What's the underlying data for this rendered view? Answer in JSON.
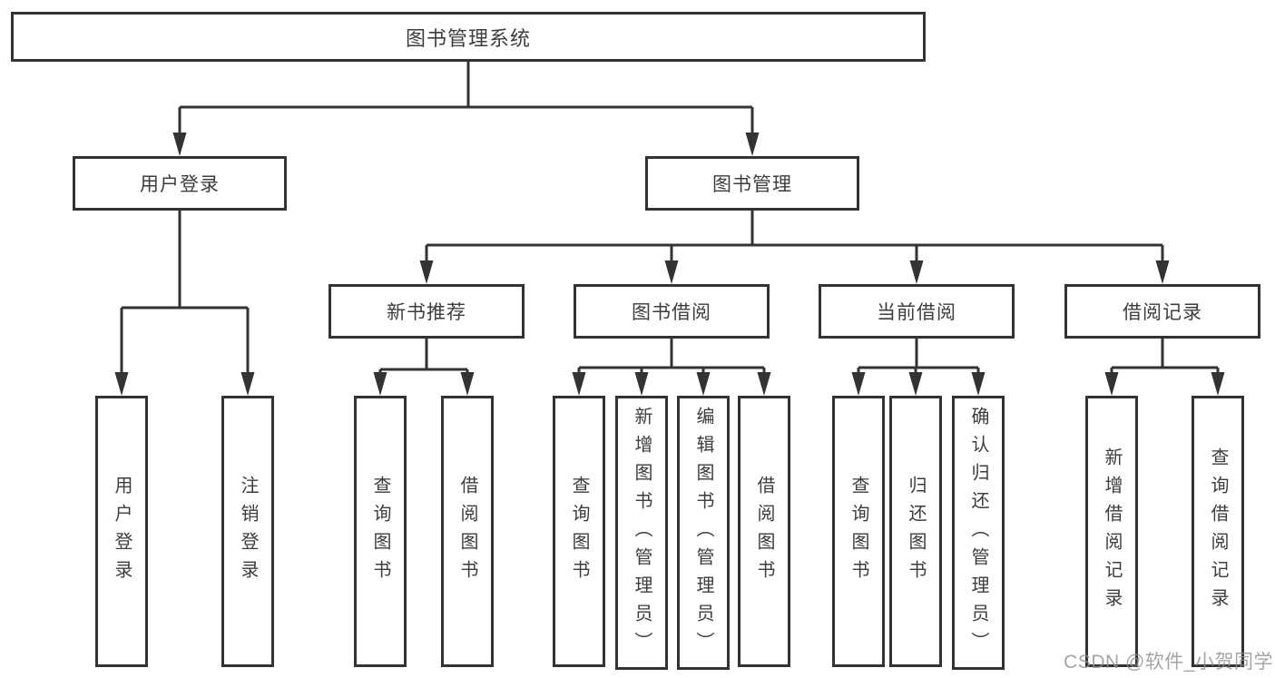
{
  "diagram_type": "tree",
  "colors": {
    "line": "#333333",
    "node_border": "#333333",
    "node_text": "#3d3d3d",
    "background": "#ffffff",
    "watermark": "#8e8e8e"
  },
  "tree": {
    "root": {
      "label": "图书管理系统",
      "children": [
        {
          "label": "用户登录",
          "children": [
            {
              "label": "用户登录"
            },
            {
              "label": "注销登录"
            }
          ]
        },
        {
          "label": "图书管理",
          "children": [
            {
              "label": "新书推荐",
              "children": [
                {
                  "label": "查询图书"
                },
                {
                  "label": "借阅图书"
                }
              ]
            },
            {
              "label": "图书借阅",
              "children": [
                {
                  "label": "查询图书"
                },
                {
                  "label": "新增图书（管理员）"
                },
                {
                  "label": "编辑图书（管理员）"
                },
                {
                  "label": "借阅图书"
                }
              ]
            },
            {
              "label": "当前借阅",
              "children": [
                {
                  "label": "查询图书"
                },
                {
                  "label": "归还图书"
                },
                {
                  "label": "确认归还（管理员）"
                }
              ]
            },
            {
              "label": "借阅记录",
              "children": [
                {
                  "label": "新增借阅记录"
                },
                {
                  "label": "查询借阅记录"
                }
              ]
            }
          ]
        }
      ]
    }
  },
  "watermark": {
    "text": "CSDN @软件_小贺同学"
  }
}
